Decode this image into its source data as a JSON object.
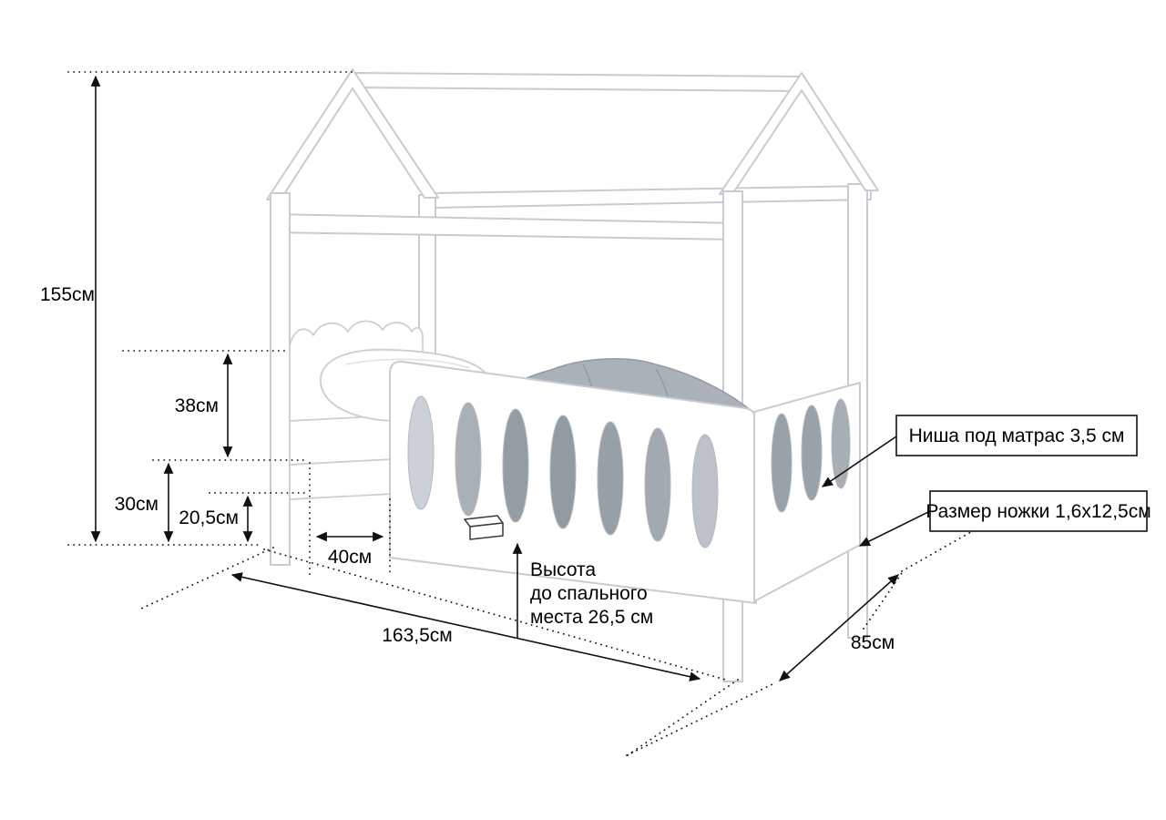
{
  "labels": {
    "total_height": "155см",
    "rail_height": "38см",
    "under_bed_clearance": "30см",
    "leg_height": "20,5см",
    "opening_width": "40см",
    "bed_length": "163,5см",
    "bed_depth": "85см",
    "sleep_height": {
      "line1": "Высота",
      "line2": "до спального",
      "line3": "места 26,5 см"
    },
    "callouts": {
      "mattress_niche": "Ниша под матрас 3,5 см",
      "leg_size": "Размер ножки 1,6x12,5см"
    }
  },
  "colors": {
    "background": "#ffffff",
    "dimension_lines": "#111111",
    "bed_outline": "#c6ccd1",
    "blanket": "#aab1b8"
  }
}
